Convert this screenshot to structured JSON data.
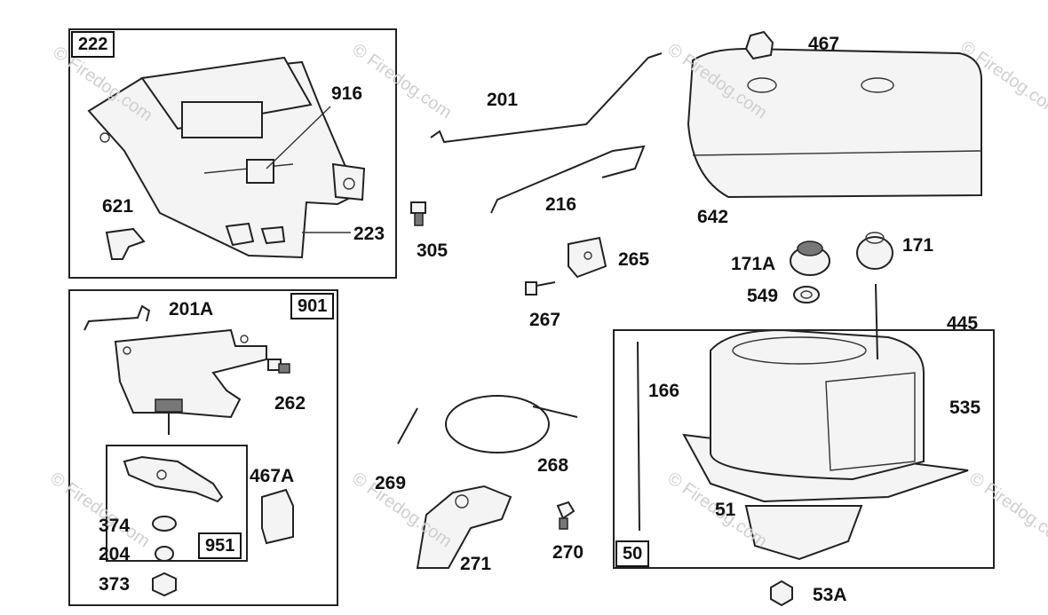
{
  "watermark": "© Firedog.com",
  "groups": {
    "box_222": "222",
    "box_901": "901",
    "box_951": "951",
    "box_50": "50"
  },
  "parts": {
    "p916": "916",
    "p621": "621",
    "p223": "223",
    "p201": "201",
    "p216": "216",
    "p305": "305",
    "p265": "265",
    "p267": "267",
    "p467": "467",
    "p642": "642",
    "p171A": "171A",
    "p171": "171",
    "p549": "549",
    "p445": "445",
    "p166": "166",
    "p535": "535",
    "p51": "51",
    "p53A": "53A",
    "p201A": "201A",
    "p262": "262",
    "p467A": "467A",
    "p374": "374",
    "p204": "204",
    "p373": "373",
    "p269": "269",
    "p268": "268",
    "p271": "271",
    "p270": "270"
  }
}
